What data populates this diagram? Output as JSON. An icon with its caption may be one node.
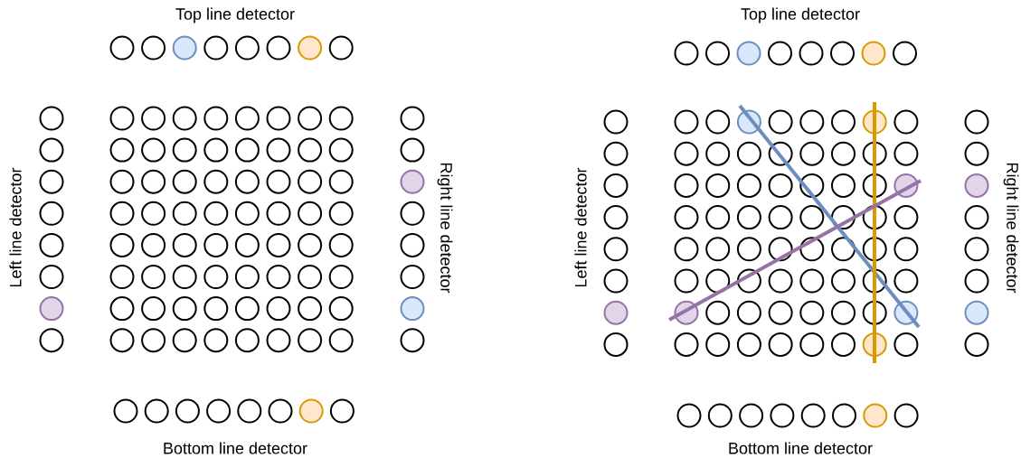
{
  "diagram": {
    "labels": [
      "Top line detector",
      "Left line detector",
      "Right line detector",
      "Bottom line detector",
      "Top line detector",
      "Left line detector",
      "Right line detector",
      "Bottom line detector"
    ]
  }
}
